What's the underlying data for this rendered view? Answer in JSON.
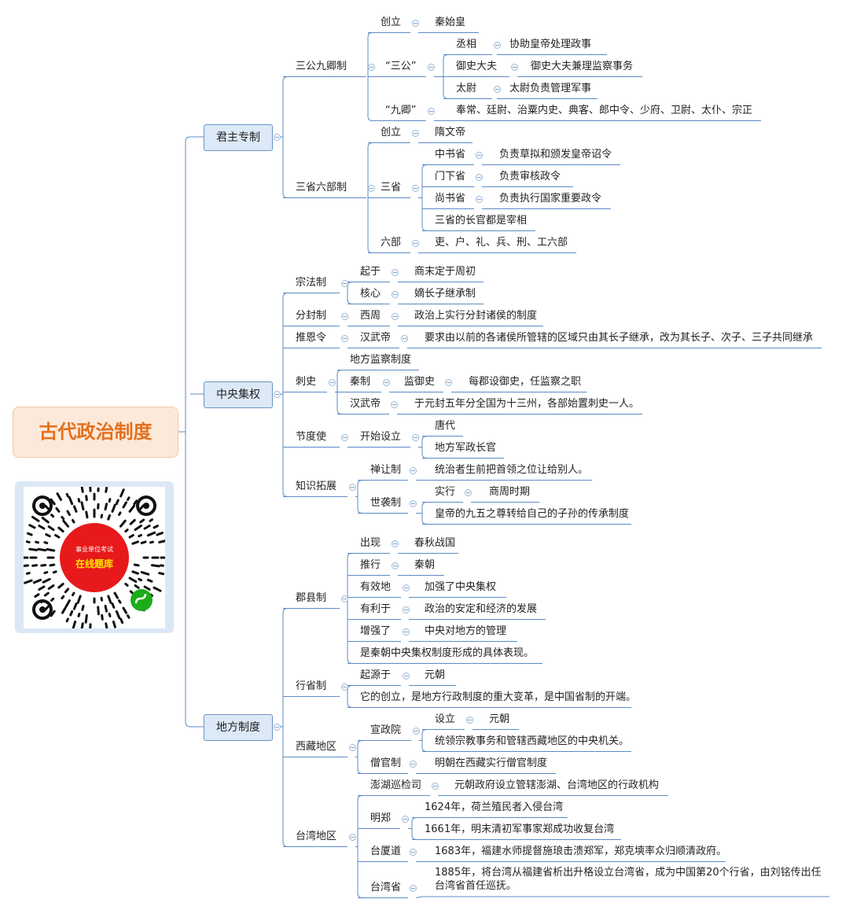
{
  "root": "古代政治制度",
  "qr": {
    "line1": "事业单位考试",
    "line2": "在线题库"
  },
  "colors": {
    "branch": "#5b8bc4",
    "root_text": "#e3701f",
    "root_bg": "#fde9d9",
    "level1_bg": "#dce9f6",
    "qr_red": "#e8191b",
    "qr_green": "#1aad19"
  },
  "icons": {
    "collapse": "collapse-circle-icon",
    "mini_program": "mini-program-icon"
  },
  "t": {
    "b1": "君主专制",
    "b1_1": "三公九卿制",
    "b1_1_1": "创立",
    "b1_1_1_1": "秦始皇",
    "b1_1_2": "“三公”",
    "b1_1_2_1": "丞相",
    "b1_1_2_1_1": "协助皇帝处理政事",
    "b1_1_2_2": "御史大夫",
    "b1_1_2_2_1": "御史大夫兼理监察事务",
    "b1_1_2_3": "太尉",
    "b1_1_2_3_1": "太尉负责管理军事",
    "b1_1_3": "“九卿”",
    "b1_1_3_1": "奉常、廷尉、治粟内史、典客、郎中令、少府、卫尉、太仆、宗正",
    "b1_2": "三省六部制",
    "b1_2_1": "创立",
    "b1_2_1_1": "隋文帝",
    "b1_2_2": "三省",
    "b1_2_2_1": "中书省",
    "b1_2_2_1_1": "负责草拟和颁发皇帝诏令",
    "b1_2_2_2": "门下省",
    "b1_2_2_2_1": "负责审核政令",
    "b1_2_2_3": "尚书省",
    "b1_2_2_3_1": "负责执行国家重要政令",
    "b1_2_2_4": "三省的长官都是宰相",
    "b1_2_3": "六部",
    "b1_2_3_1": "吏、户、礼、兵、刑、工六部",
    "b2": "中央集权",
    "b2_1": "宗法制",
    "b2_1_1": "起于",
    "b2_1_1_1": "商末定于周初",
    "b2_1_2": "核心",
    "b2_1_2_1": "嫡长子继承制",
    "b2_2": "分封制",
    "b2_2_1": "西周",
    "b2_2_1_1": "政治上实行分封诸侯的制度",
    "b2_3": "推恩令",
    "b2_3_1": "汉武帝",
    "b2_3_1_1": "要求由以前的各诸侯所管辖的区域只由其长子继承，改为其长子、次子、三子共同继承",
    "b2_4": "刺史",
    "b2_4_1": "地方监察制度",
    "b2_4_2": "秦制",
    "b2_4_2_1": "监御史",
    "b2_4_2_1_1": "每郡设御史，任监察之职",
    "b2_4_3": "汉武帝",
    "b2_4_3_1": "于元封五年分全国为十三州，各部始置刺史一人。",
    "b2_5": "节度使",
    "b2_5_1": "开始设立",
    "b2_5_1_1": "唐代",
    "b2_5_1_2": "地方军政长官",
    "b2_6": "知识拓展",
    "b2_6_1": "禅让制",
    "b2_6_1_1": "统治者生前把首领之位让给别人。",
    "b2_6_2": "世袭制",
    "b2_6_2_1": "实行",
    "b2_6_2_1_1": "商周时期",
    "b2_6_2_2": "皇帝的九五之尊转给自己的子孙的传承制度",
    "b3": "地方制度",
    "b3_1": "郡县制",
    "b3_1_1": "出现",
    "b3_1_1_1": "春秋战国",
    "b3_1_2": "推行",
    "b3_1_2_1": "秦朝",
    "b3_1_3": "有效地",
    "b3_1_3_1": "加强了中央集权",
    "b3_1_4": "有利于",
    "b3_1_4_1": "政治的安定和经济的发展",
    "b3_1_5": "增强了",
    "b3_1_5_1": "中央对地方的管理",
    "b3_1_6": "是秦朝中央集权制度形成的具体表现。",
    "b3_2": "行省制",
    "b3_2_1": "起源于",
    "b3_2_1_1": "元朝",
    "b3_2_2": "它的创立，是地方行政制度的重大变革，是中国省制的开端。",
    "b3_3": "西藏地区",
    "b3_3_1": "宣政院",
    "b3_3_1_1": "设立",
    "b3_3_1_1_1": "元朝",
    "b3_3_1_2": "统领宗教事务和管辖西藏地区的中央机关。",
    "b3_3_2": "僧官制",
    "b3_3_2_1": "明朝在西藏实行僧官制度",
    "b3_4": "台湾地区",
    "b3_4_1": "澎湖巡检司",
    "b3_4_1_1": "元朝政府设立管辖澎湖、台湾地区的行政机构",
    "b3_4_2": "明郑",
    "b3_4_2_1": "1624年，荷兰殖民者入侵台湾",
    "b3_4_2_2": "1661年，明末清初军事家郑成功收复台湾",
    "b3_4_3": "台厦道",
    "b3_4_3_1": "1683年，福建水师提督施琅击溃郑军，郑克塽率众归顺清政府。",
    "b3_4_4": "台湾省",
    "b3_4_4_1": "1885年，将台湾从福建省析出升格设立台湾省，成为中国第20个行省，由刘铭传出任台湾省首任巡抚。"
  }
}
